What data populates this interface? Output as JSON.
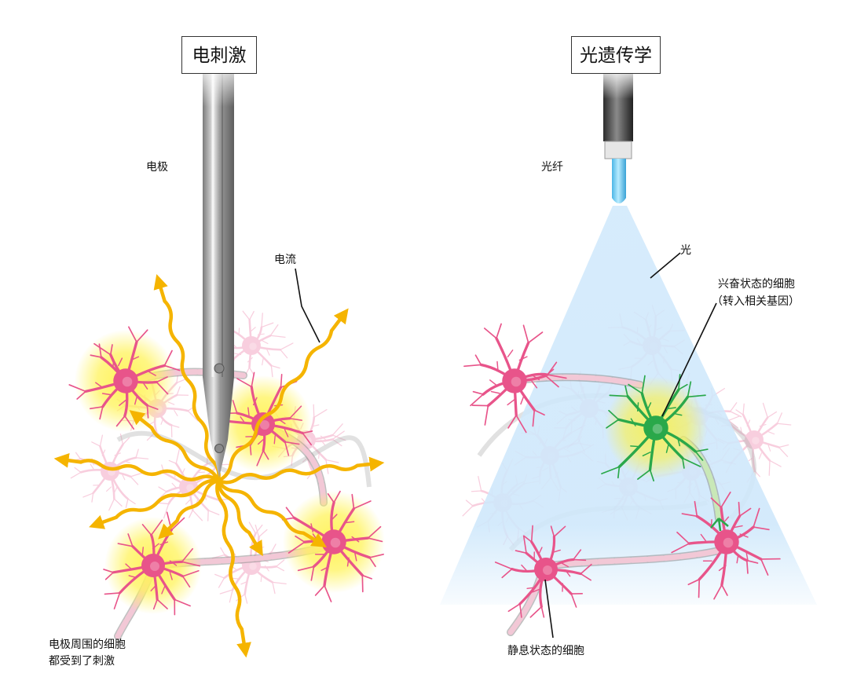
{
  "left_panel": {
    "title": "电刺激",
    "electrode_label": "电极",
    "current_label": "电流",
    "cells_caption_line1": "电极周围的细胞",
    "cells_caption_line2": "都受到了刺激"
  },
  "right_panel": {
    "title": "光遗传学",
    "fiber_label": "光纤",
    "light_label": "光",
    "excited_cell_line1": "兴奋状态的细胞",
    "excited_cell_line2": "（转入相关基因）",
    "resting_cell_label": "静息状态的细胞"
  },
  "colors": {
    "neuron_pink": "#e8548a",
    "excited_glow": "#fff35a",
    "current_arrow": "#f5b400",
    "light_beam": "#cfe8fb",
    "excited_neuron_green": "#2aa84a",
    "fiber_tip_blue": "#5cc8ef"
  }
}
